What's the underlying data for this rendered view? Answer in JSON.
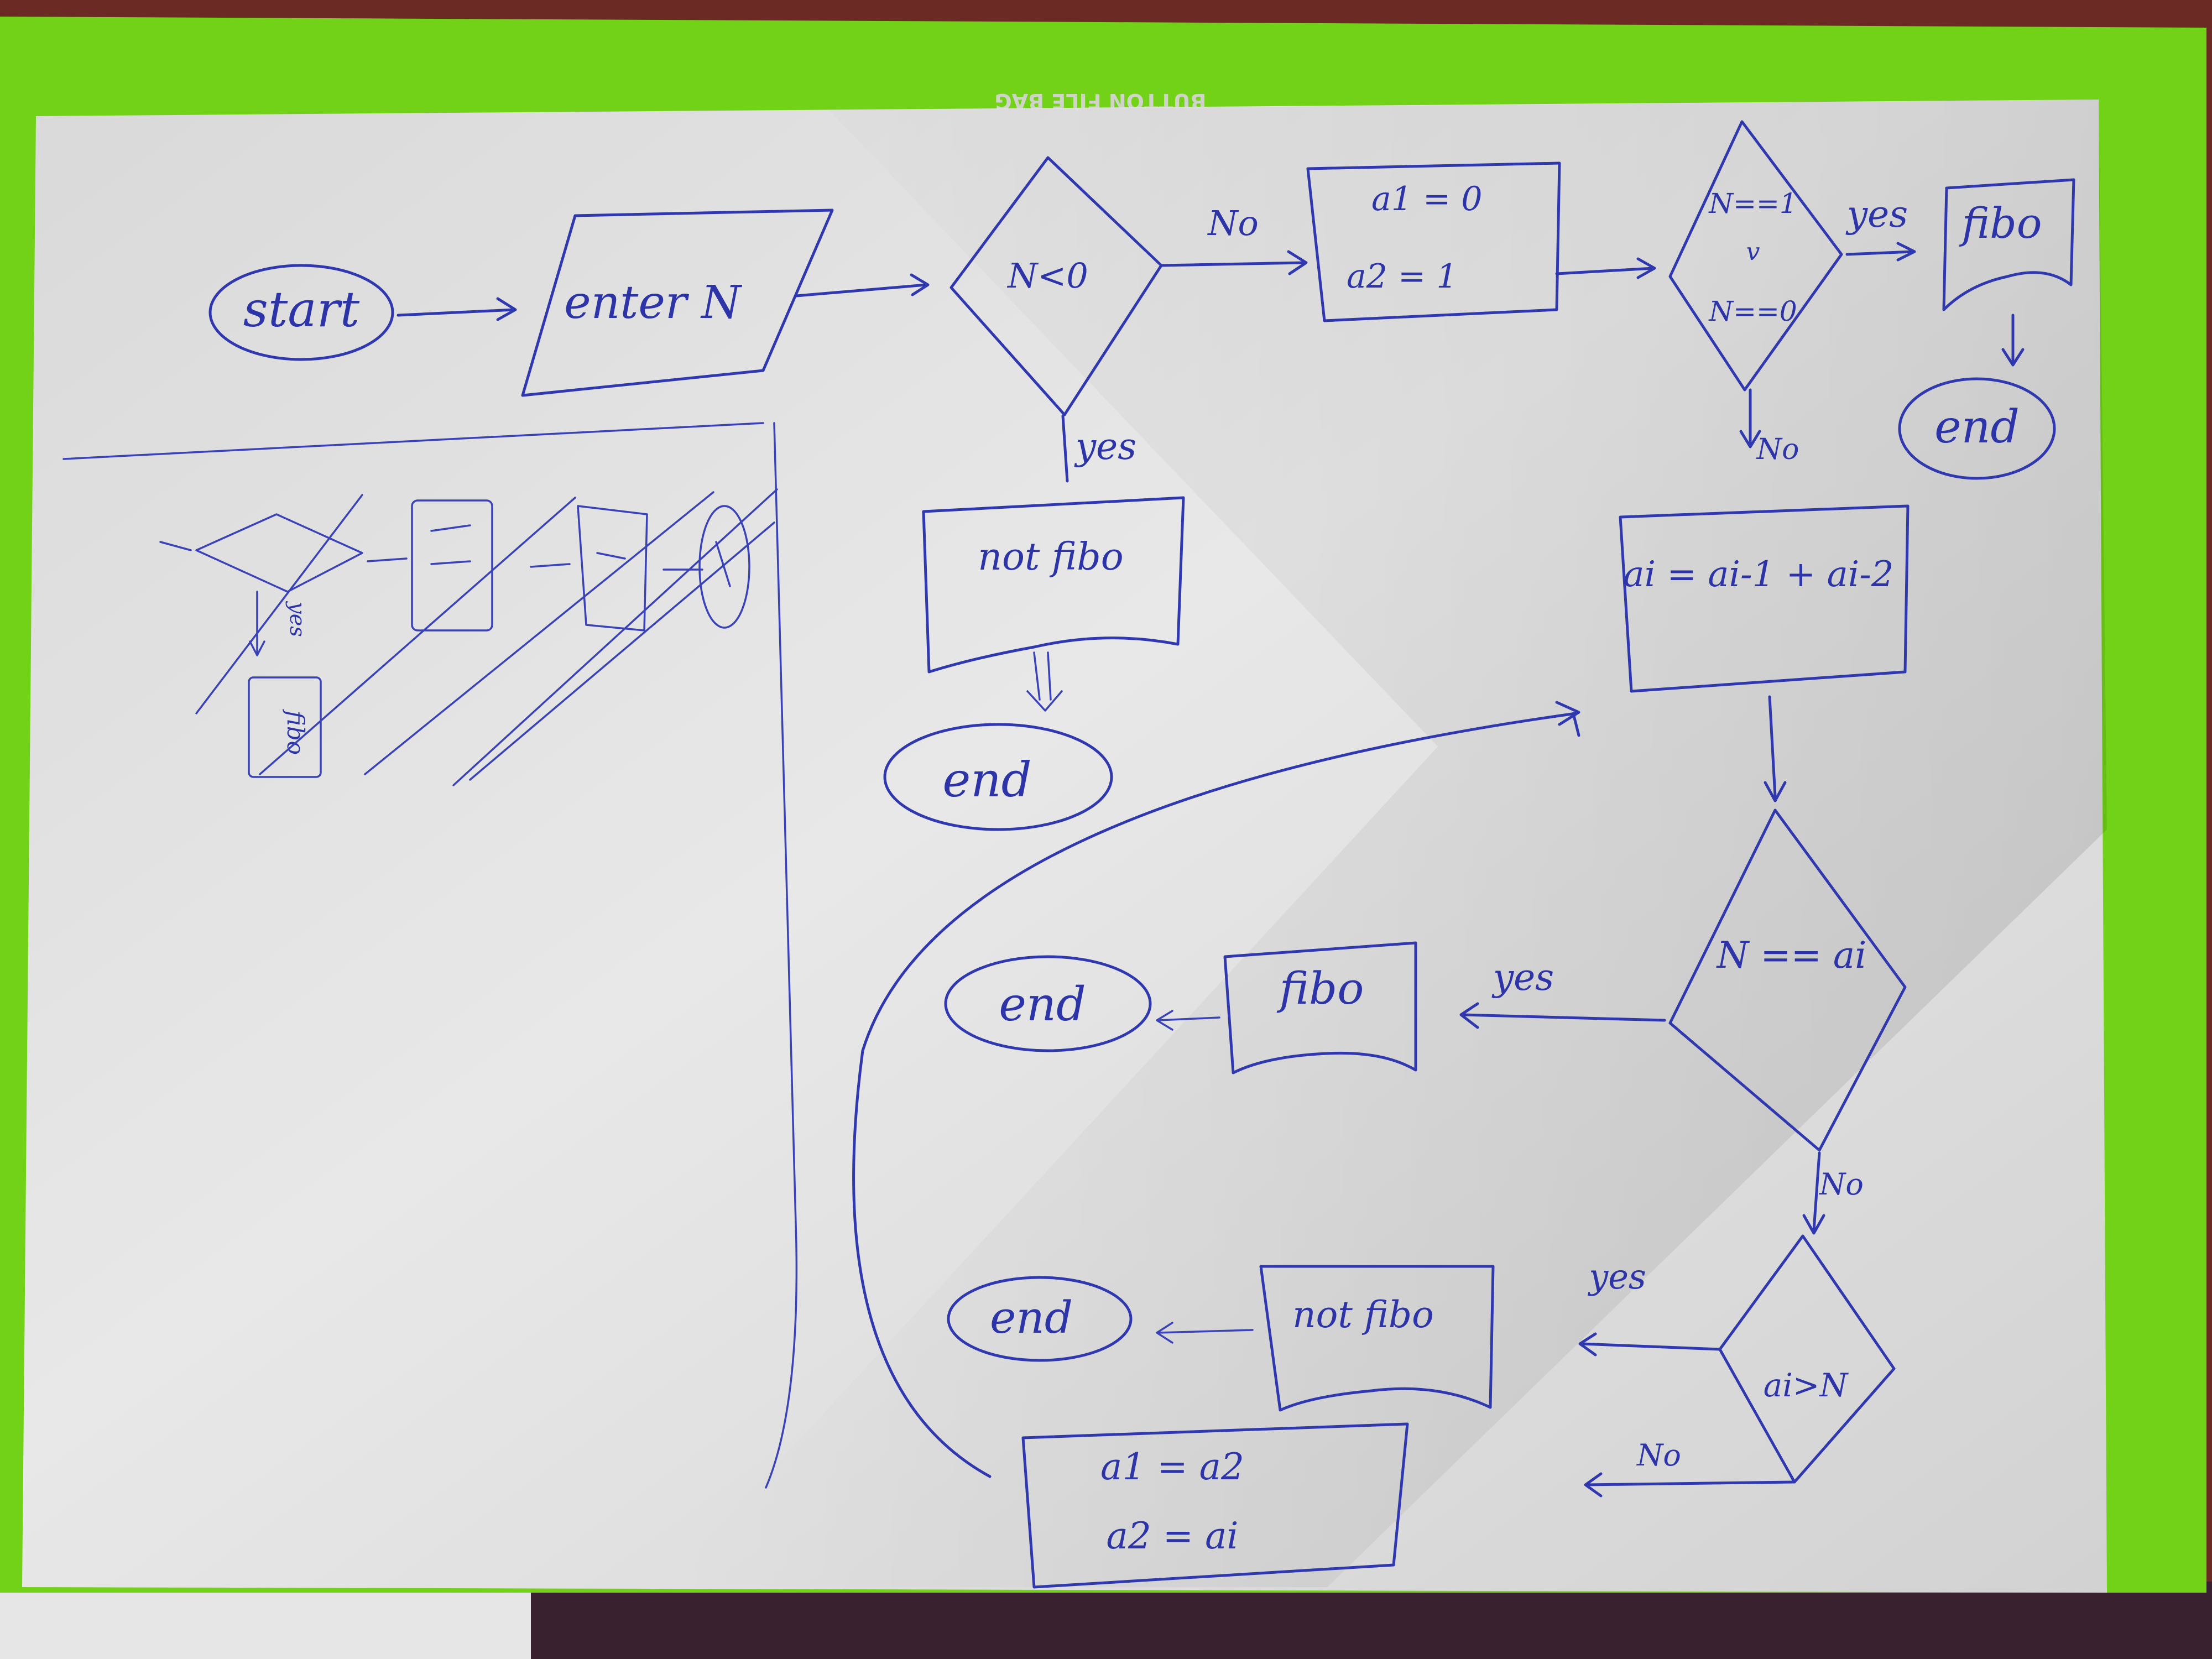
{
  "folder_label": "BUTTON FILE BAG",
  "flowchart": {
    "start": "start",
    "input": "enter N",
    "decision_negative": "N<0",
    "label_no_1": "No",
    "label_yes_1": "yes",
    "init_a1": "a1 = 0",
    "init_a2": "a2 = 1",
    "decision_small": {
      "line1": "N==1",
      "line2": "v",
      "line3": "N==0"
    },
    "label_yes_2": "yes",
    "label_no_2": "No",
    "output_fibo_1": "fibo",
    "end_1": "end",
    "output_not_fibo_1": "not fibo",
    "end_2": "end",
    "process_sum": "ai = ai-1 + ai-2",
    "decision_equal": "N == ai",
    "label_yes_3": "yes",
    "output_fibo_2": "fibo",
    "end_3": "end",
    "label_no_3": "No",
    "decision_greater": "ai>N",
    "label_yes_4": "yes",
    "label_no_4": "No",
    "output_not_fibo_2": "not fibo",
    "end_4": "end",
    "shift_line1": "a1 = a2",
    "shift_line2": "a2 = ai"
  },
  "scratch": {
    "label_yes": "yes",
    "fibo": "fibo"
  },
  "colors": {
    "ink": "#3038b0",
    "paper": "#e4e4e4",
    "folder": "#72d218",
    "carpet": "#6b2a24"
  }
}
